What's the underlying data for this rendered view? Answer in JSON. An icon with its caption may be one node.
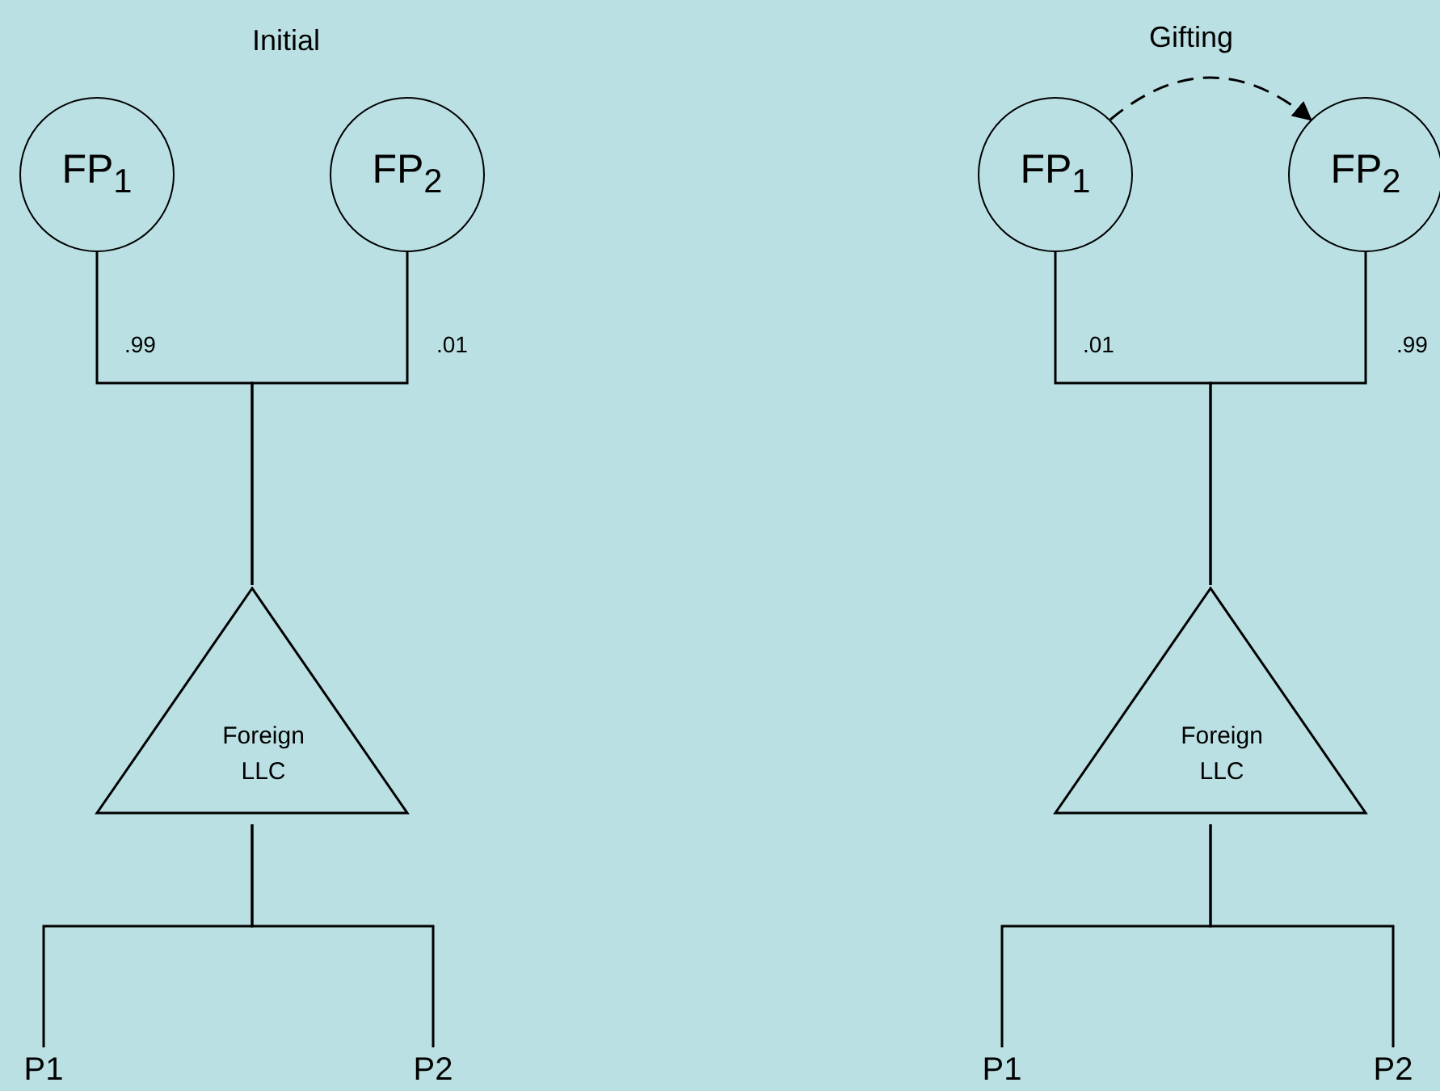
{
  "diagram": {
    "nodes": [
      {
        "text": [
          "FP$_{1}$"
        ]
      },
      {
        "text": [
          "FP$_{2}$"
        ]
      },
      {
        "text": [
          "Foreign LLC"
        ]
      },
      {
        "text": [
          "P1"
        ]
      },
      {
        "text": [
          "P2"
        ]
      },
      {
        "text": [
          "FP$_{1}$"
        ]
      },
      {
        "text": [
          "FP$_{2}$"
        ]
      },
      {
        "text": [
          "Foreign LLC"
        ]
      },
      {
        "text": [
          "P1"
        ]
      },
      {
        "text": [
          "P2"
        ]
      }
    ],
    "edges": [
      {
        "from": 0,
        "to": 2,
        "arrow": "none",
        "label": ".99"
      },
      {
        "from": 1,
        "to": 2,
        "arrow": "none",
        "label": ".01"
      },
      {
        "from": 2,
        "to": 3,
        "arrow": "none"
      },
      {
        "from": 2,
        "to": 4,
        "arrow": "none"
      },
      {
        "from": 5,
        "to": 7,
        "arrow": "none",
        "label": ".01"
      },
      {
        "from": 6,
        "to": 7,
        "arrow": "none",
        "label": ".99"
      },
      {
        "from": 7,
        "to": 8,
        "arrow": "none"
      },
      {
        "from": 7,
        "to": 9,
        "arrow": "none"
      },
      {
        "from": 5,
        "to": 6,
        "arrow": "to",
        "label": "Gifting",
        "style": "dashed"
      }
    ],
    "labels": [
      "Initial"
    ]
  }
}
